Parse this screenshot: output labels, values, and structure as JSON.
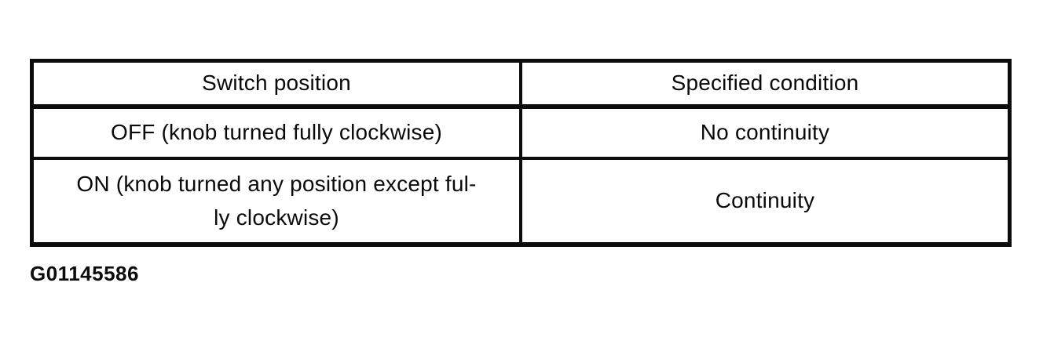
{
  "table": {
    "header": [
      "Switch position",
      "Specified condition"
    ],
    "rows": [
      [
        "OFF (knob turned fully clockwise)",
        "No continuity"
      ],
      [
        "ON (knob turned any position except ful-\nly clockwise)",
        "Continuity"
      ]
    ]
  },
  "caption": "G01145586"
}
